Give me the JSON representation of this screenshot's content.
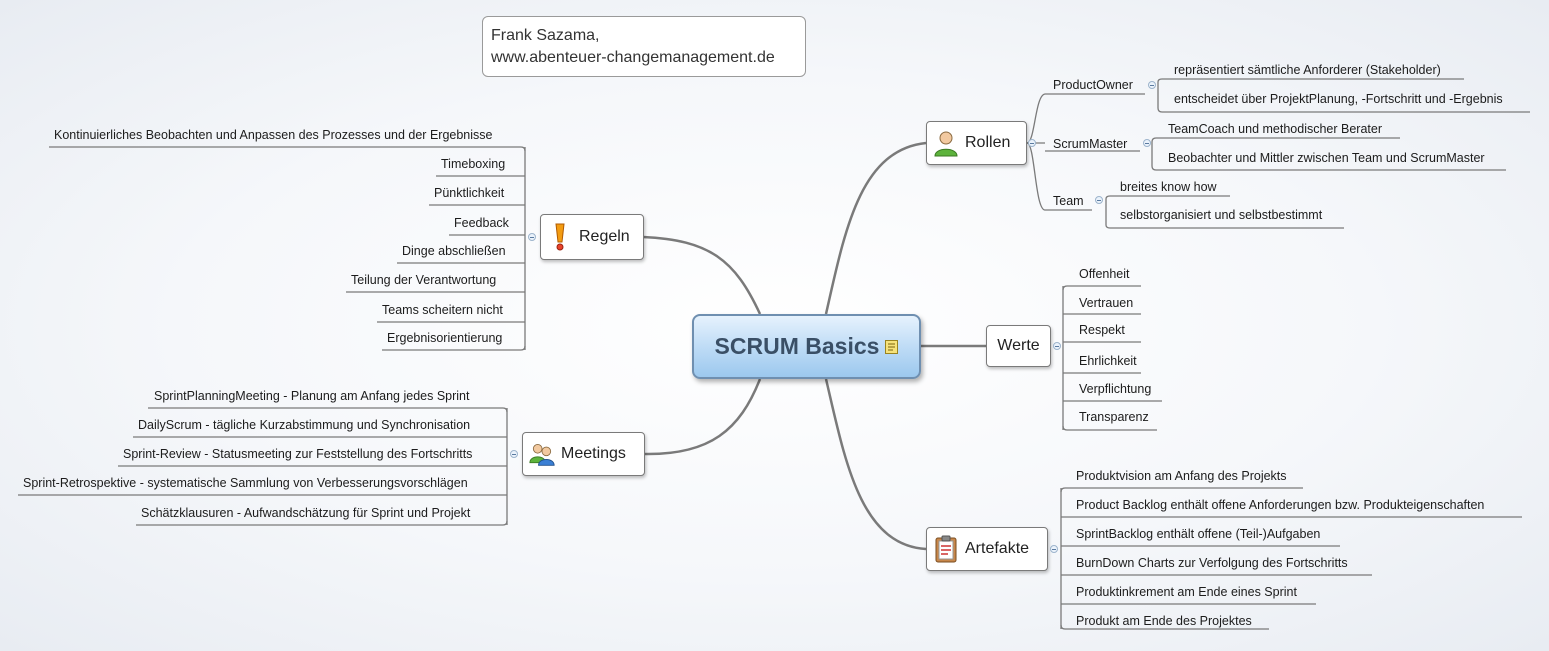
{
  "note": {
    "line1": "Frank Sazama,",
    "line2": "www.abenteuer-changemanagement.de"
  },
  "central": {
    "label": "SCRUM Basics",
    "icon": "note-icon"
  },
  "branches": {
    "rollen": {
      "label": "Rollen",
      "icon": "user-icon",
      "product_owner": {
        "label": "ProductOwner",
        "items": [
          "repräsentiert sämtliche Anforderer (Stakeholder)",
          "entscheidet über ProjektPlanung, -Fortschritt und -Ergebnis"
        ]
      },
      "scrum_master": {
        "label": "ScrumMaster",
        "items": [
          "TeamCoach und methodischer Berater",
          "Beobachter und Mittler zwischen Team und ScrumMaster"
        ]
      },
      "team": {
        "label": "Team",
        "items": [
          "breites know how",
          "selbstorganisiert und selbstbestimmt"
        ]
      }
    },
    "werte": {
      "label": "Werte",
      "items": [
        "Offenheit",
        "Vertrauen",
        "Respekt",
        "Ehrlichkeit",
        "Verpflichtung",
        "Transparenz"
      ]
    },
    "artefakte": {
      "label": "Artefakte",
      "icon": "clipboard-icon",
      "items": [
        "Produktvision am Anfang des Projekts",
        "Product Backlog enthält offene Anforderungen bzw. Produkteigenschaften",
        "SprintBacklog enthält offene (Teil-)Aufgaben",
        "BurnDown Charts zur Verfolgung des Fortschritts",
        "Produktinkrement am Ende eines Sprint",
        "Produkt am Ende des Projektes"
      ]
    },
    "regeln": {
      "label": "Regeln",
      "icon": "exclamation-icon",
      "items": [
        "Kontinuierliches Beobachten und Anpassen des Prozesses und der Ergebnisse",
        "Timeboxing",
        "Pünktlichkeit",
        "Feedback",
        "Dinge abschließen",
        "Teilung der Verantwortung",
        "Teams scheitern nicht",
        "Ergebnisorientierung"
      ]
    },
    "meetings": {
      "label": "Meetings",
      "icon": "group-icon",
      "items": [
        "SprintPlanningMeeting - Planung am Anfang jedes Sprint",
        "DailyScrum - tägliche Kurzabstimmung und Synchronisation",
        "Sprint-Review - Statusmeeting zur Feststellung des Fortschritts",
        "Sprint-Retrospektive - systematische Sammlung von Verbesserungsvorschlägen",
        "Schätzklausuren - Aufwandschätzung für Sprint und Projekt"
      ]
    }
  },
  "colors": {
    "line": "#7a7a7a",
    "central_border": "#6f8fb0",
    "central_text": "#3a4f66"
  }
}
